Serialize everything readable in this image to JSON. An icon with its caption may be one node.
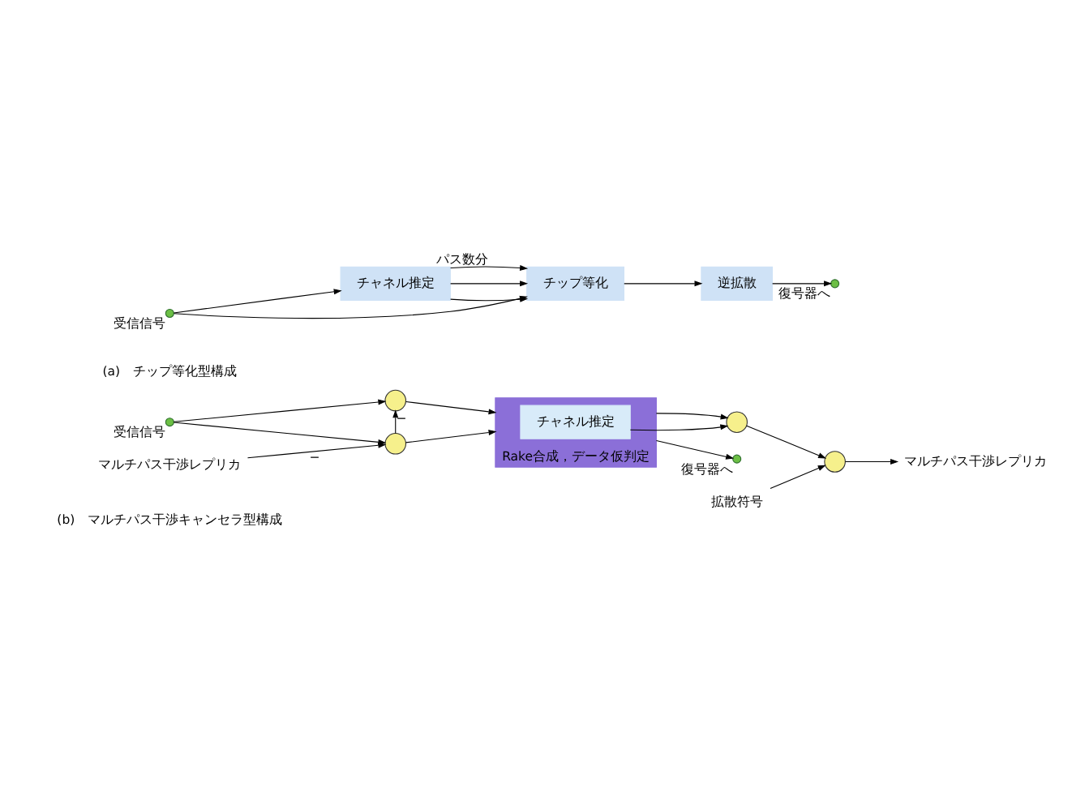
{
  "diagram": {
    "nodes": [
      {
        "text": [],
        "shape": "circle",
        "beside": [
          "受信信号"
        ]
      },
      {
        "text": [
          "チャネル推定"
        ]
      },
      {
        "text": [
          "チップ等化"
        ]
      },
      {
        "text": [
          "逆拡散"
        ]
      },
      {
        "text": [],
        "shape": "circle",
        "beside": [
          "復号器へ"
        ]
      },
      {
        "text": [],
        "shape": "circle",
        "beside": [
          "受信信号"
        ]
      },
      {
        "text": [],
        "shape": "circle"
      },
      {
        "text": [],
        "shape": "circle"
      },
      {
        "text": [
          "Rake合成，データ仮判定"
        ]
      },
      {
        "text": [
          "チャネル推定"
        ],
        "in": 8
      },
      {
        "text": [],
        "shape": "circle"
      },
      {
        "text": [],
        "shape": "circle"
      },
      {
        "text": [
          "マルチパス干渉レプリカ"
        ]
      },
      {
        "text": [
          "拡散符号"
        ]
      },
      {
        "text": [
          "マルチパス干渉レプリカ"
        ]
      },
      {
        "text": [],
        "shape": "circle",
        "beside": [
          "復号器へ"
        ]
      }
    ],
    "edges": [
      {
        "from": 0,
        "to": 1,
        "arrow": "to"
      },
      {
        "from": 0,
        "to": 2,
        "arrow": "to"
      },
      {
        "from": 1,
        "to": 2,
        "arrow": "to"
      },
      {
        "from": 1,
        "to": 2,
        "arrow": "to"
      },
      {
        "from": 1,
        "to": 2,
        "arrow": "to",
        "label": "パス数分"
      },
      {
        "from": 2,
        "to": 3,
        "arrow": "to"
      },
      {
        "from": 3,
        "to": 4,
        "arrow": "to"
      },
      {
        "from": 5,
        "to": 6,
        "arrow": "to"
      },
      {
        "from": 5,
        "to": 7,
        "arrow": "to"
      },
      {
        "from": 7,
        "to": 6,
        "arrow": "to",
        "label": "−"
      },
      {
        "from": 14,
        "to": 7,
        "arrow": "to",
        "label": "−"
      },
      {
        "from": 6,
        "to": 8,
        "arrow": "to"
      },
      {
        "from": 7,
        "to": 8,
        "arrow": "to"
      },
      {
        "from": 9,
        "to": 10,
        "arrow": "to"
      },
      {
        "from": 8,
        "to": 10,
        "arrow": "to"
      },
      {
        "from": 10,
        "to": 11,
        "arrow": "to"
      },
      {
        "from": 13,
        "to": 11,
        "arrow": "to"
      },
      {
        "from": 11,
        "to": 12,
        "arrow": "to"
      },
      {
        "from": 8,
        "to": 15,
        "arrow": "to"
      }
    ],
    "labels": [
      "(a)　チップ等化型構成",
      "(b)　マルチパス干渉キャンセラ型構成"
    ]
  }
}
